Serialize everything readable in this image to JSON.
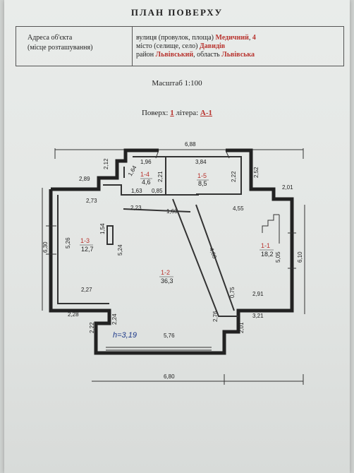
{
  "title": "ПЛАН ПОВЕРХУ",
  "address": {
    "label_line1": "Адреса об'єкта",
    "label_line2": "(місце розташування)",
    "street_prefix": "вулиця (провулок, площа)",
    "street": "Медичний",
    "house_sep": ",",
    "house": "4",
    "city_prefix": "місто (селище, село)",
    "city": "Давидів",
    "district_prefix": "район",
    "district": "Львівський",
    "region_prefix": ", область",
    "region": "Львівська"
  },
  "scale": "Масштаб 1:100",
  "floor": {
    "prefix": "Поверх:",
    "number": "1",
    "litera_prefix": "літера:",
    "litera": "А-1"
  },
  "rooms": [
    {
      "id": "1-1",
      "area": "18,2"
    },
    {
      "id": "1-2",
      "area": "36,3"
    },
    {
      "id": "1-3",
      "area": "12,7"
    },
    {
      "id": "1-4",
      "area": "4,6"
    },
    {
      "id": "1-5",
      "area": "8,5"
    }
  ],
  "ceiling_height": "h=3,19",
  "dimensions": [
    "6,88",
    "1,96",
    "3,84",
    "2,12",
    "1,64",
    "2,21",
    "2,22",
    "2,52",
    "2,89",
    "1,63",
    "0,85",
    "2,01",
    "2,73",
    "2,23",
    "1,63",
    "4,55",
    "1,54",
    "6,30",
    "5,26",
    "5,24",
    "4,60",
    "5,05",
    "6,10",
    "2,27",
    "0,75",
    "2,91",
    "3,21",
    "2,28",
    "2,24",
    "2,76",
    "2,22",
    "2,01",
    "5,76",
    "6,80"
  ]
}
